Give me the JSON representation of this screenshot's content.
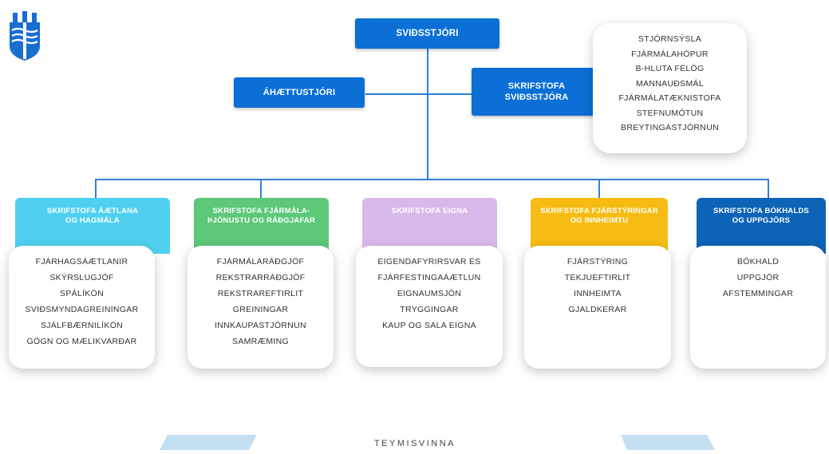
{
  "top": {
    "director": "SVIÐSSTJÓRI",
    "risk": "ÁHÆTTUSTJÓRI",
    "office_line1": "SKRIFSTOFA",
    "office_line2": "SVIÐSSTJÓRA",
    "office_items": [
      "STJÓRNSÝSLA",
      "FJÁRMÁLAHÓPUR",
      "B-HLUTA FÉLÖG",
      "MANNAUÐSMÁL",
      "FJÁRMÁLATÆKNISTOFA",
      "STEFNUMÓTUN",
      "BREYTINGASTJÓRNUN"
    ]
  },
  "divisions": [
    {
      "title_line1": "SKRIFSTOFA ÁÆTLANA",
      "title_line2": "OG HAGMÁLA",
      "color": "#4fd0f0",
      "items": [
        "FJÁRHAGSÁÆTLANIR",
        "SKÝRSLUGJÖF",
        "SPÁLÍKÖN",
        "SVIÐSMYNDAGREININGAR",
        "SJÁLFBÆRNILÍKÖN",
        "GÖGN OG MÆLIKVARÐAR"
      ]
    },
    {
      "title_line1": "SKRIFSTOFA FJÁRMÁLA-",
      "title_line2": "ÞJÓNUSTU OG RÁÐGJAFAR",
      "color": "#5cc878",
      "items": [
        "FJÁRMÁLARÁÐGJÖF",
        "REKSTRARRÁÐGJÖF",
        "REKSTRAREFTIRLIT",
        "GREININGAR",
        "INNKAUPASTJÓRNUN",
        "SAMRÆMING"
      ]
    },
    {
      "title_line1": "SKRIFSTOFA EIGNA",
      "title_line2": "",
      "color": "#d9b8ec",
      "items": [
        "EIGENDAFYRIRSVAR ES",
        "FJÁRFESTINGAÁÆTLUN",
        "EIGNAUMSJÓN",
        "TRYGGINGAR",
        "KAUP OG SALA EIGNA"
      ]
    },
    {
      "title_line1": "SKRIFSTOFA FJÁRSTÝRINGAR",
      "title_line2": "OG INNHEIMTU",
      "color": "#f6bc13",
      "items": [
        "FJÁRSTÝRING",
        "TEKJUEFTIRLIT",
        "INNHEIMTA",
        "GJALDKERAR"
      ]
    },
    {
      "title_line1": "SKRIFSTOFA BÓKHALDS",
      "title_line2": "OG UPPGJÖRS",
      "color": "#0d63b6",
      "items": [
        "BÓKHALD",
        "UPPGJÖR",
        "AFSTEMMINGAR"
      ]
    }
  ],
  "footer": {
    "label": "TEYMISVINNA"
  }
}
